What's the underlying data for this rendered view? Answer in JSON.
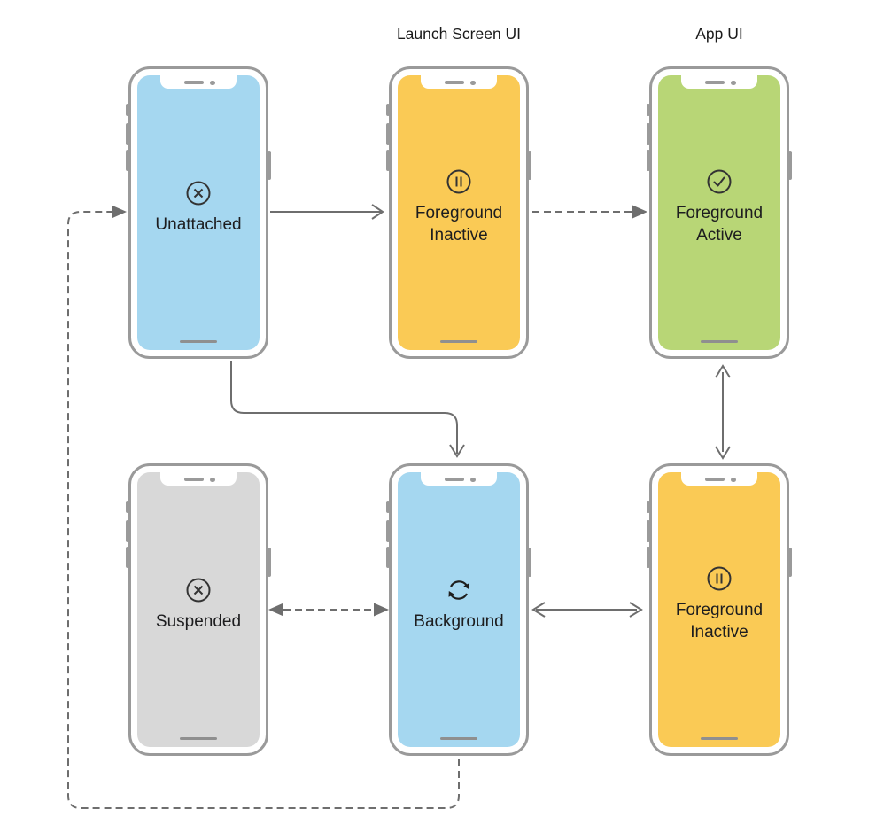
{
  "headers": {
    "launch_screen_ui": "Launch Screen UI",
    "app_ui": "App UI"
  },
  "phones": [
    {
      "name": "unattached",
      "label": "Unattached",
      "icon": "x-circle-icon",
      "screen_color": "#A5D7F0"
    },
    {
      "name": "foreground-inactive-launch",
      "label": "Foreground\nInactive",
      "icon": "pause-circle-icon",
      "screen_color": "#FACA55"
    },
    {
      "name": "foreground-active",
      "label": "Foreground\nActive",
      "icon": "check-circle-icon",
      "screen_color": "#B8D676"
    },
    {
      "name": "suspended",
      "label": "Suspended",
      "icon": "x-circle-icon",
      "screen_color": "#D8D8D8"
    },
    {
      "name": "background",
      "label": "Background",
      "icon": "refresh-cycle-icon",
      "screen_color": "#A5D7F0"
    },
    {
      "name": "foreground-inactive-app",
      "label": "Foreground\nInactive",
      "icon": "pause-circle-icon",
      "screen_color": "#FACA55"
    }
  ],
  "edges": [
    {
      "from": "unattached",
      "to": "foreground-inactive-launch",
      "style": "solid",
      "direction": "one-way"
    },
    {
      "from": "foreground-inactive-launch",
      "to": "foreground-active",
      "style": "dashed",
      "direction": "one-way"
    },
    {
      "from": "unattached",
      "to": "background",
      "style": "solid",
      "direction": "one-way"
    },
    {
      "from": "foreground-active",
      "to": "foreground-inactive-app",
      "style": "solid",
      "direction": "two-way"
    },
    {
      "from": "suspended",
      "to": "background",
      "style": "dashed",
      "direction": "two-way"
    },
    {
      "from": "background",
      "to": "foreground-inactive-app",
      "style": "solid",
      "direction": "two-way"
    },
    {
      "from": "background",
      "to": "unattached",
      "style": "dashed",
      "direction": "one-way"
    }
  ],
  "colors": {
    "screen_blue": "#A5D7F0",
    "screen_orange": "#FACA55",
    "screen_green": "#B8D676",
    "screen_gray": "#D8D8D8",
    "phone_frame": "#9a9a9a",
    "arrow": "#6e6e6e",
    "text": "#1d1d1f",
    "icon_stroke": "#333333"
  }
}
